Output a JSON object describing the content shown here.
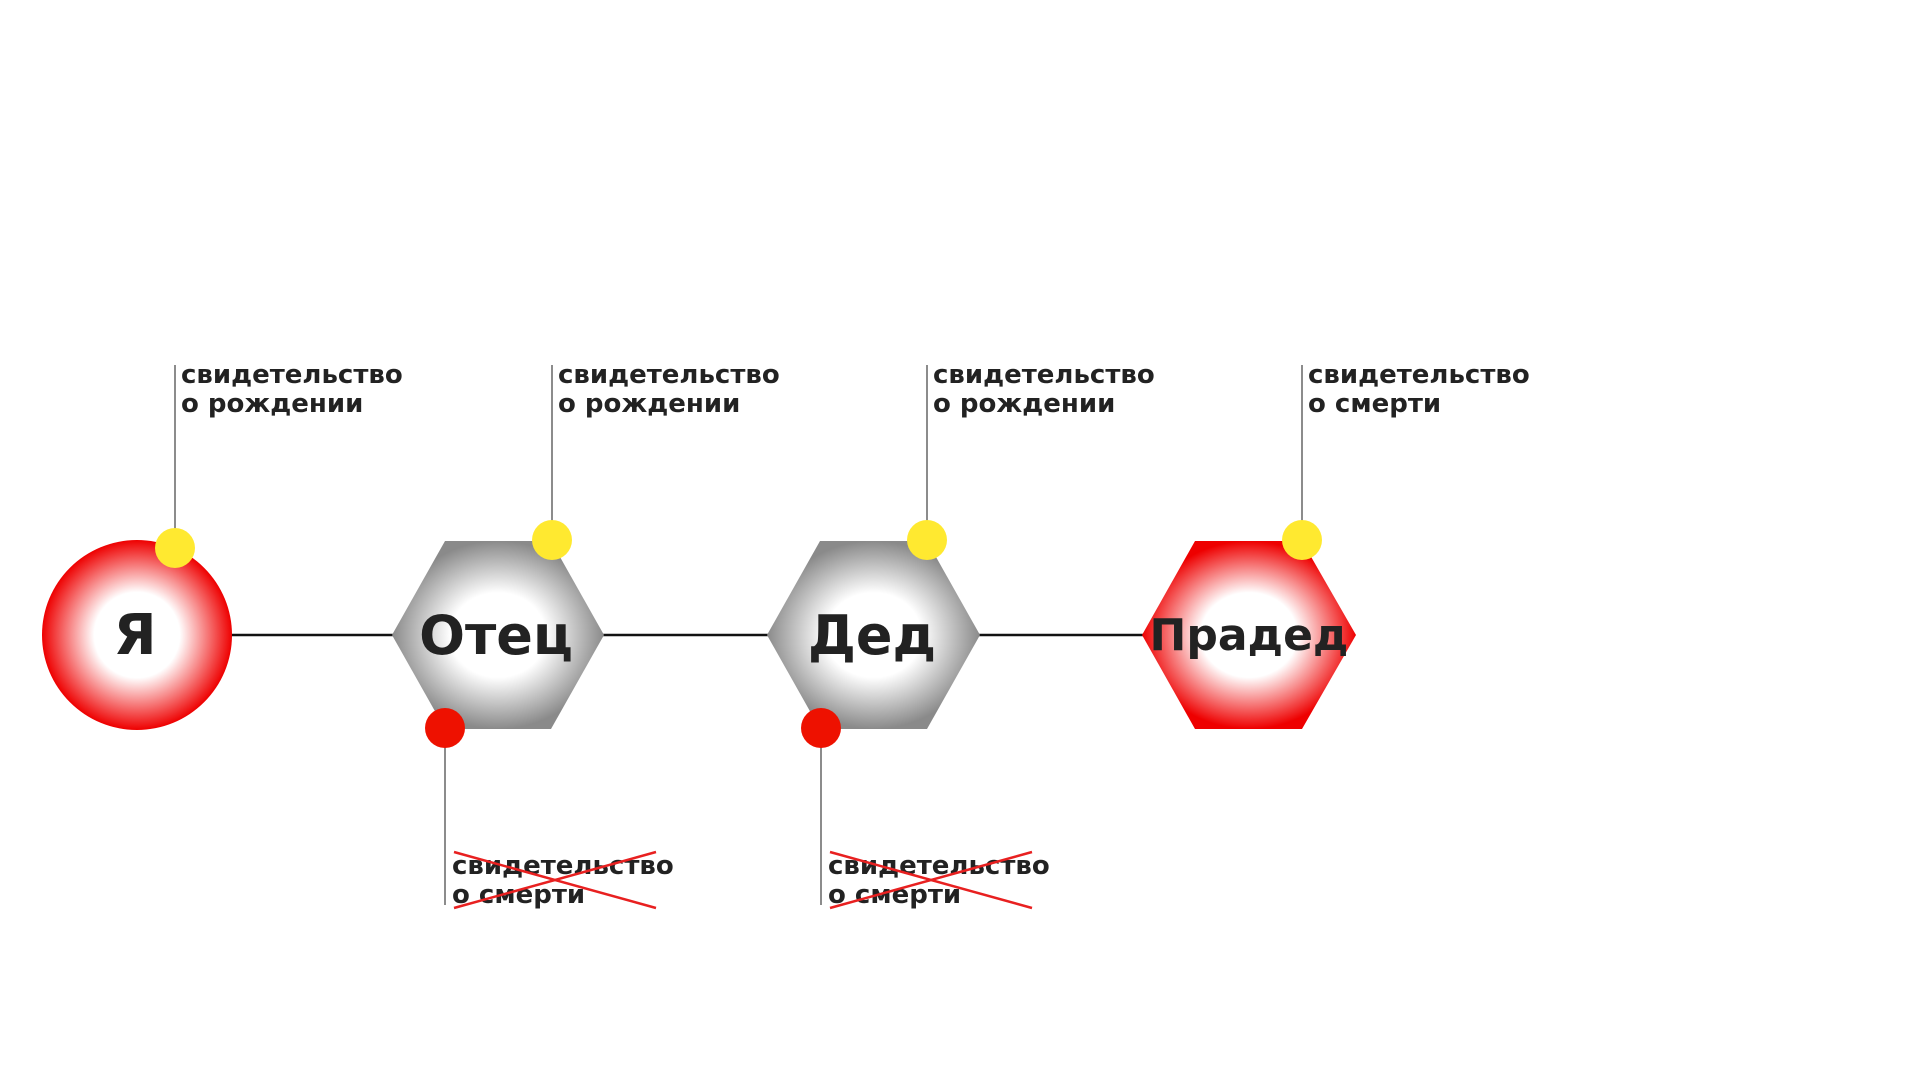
{
  "diagram": {
    "nodes": {
      "me": {
        "label": "Я"
      },
      "father": {
        "label": "Отец"
      },
      "grandfather": {
        "label": "Дед"
      },
      "great_grandfather": {
        "label": "Прадед"
      }
    },
    "documents": {
      "me_birth": {
        "line1": "свидетельство",
        "line2": "о рождении"
      },
      "father_birth": {
        "line1": "свидетельство",
        "line2": "о рождении"
      },
      "father_death": {
        "line1": "свидетельство",
        "line2": "о смерти",
        "status": "crossed-out"
      },
      "grandfather_birth": {
        "line1": "свидетельство",
        "line2": "о рождении"
      },
      "grandfather_death": {
        "line1": "свидетельство",
        "line2": "о смерти",
        "status": "crossed-out"
      },
      "great_grandfather_death": {
        "line1": "свидетельство",
        "line2": "о смерти"
      }
    },
    "colors": {
      "red": "#ee0000",
      "dot_red": "#ee1100",
      "yellow": "#ffe930",
      "gray": "#8a8a8a",
      "text": "#222222",
      "cross": "#e82020"
    }
  }
}
